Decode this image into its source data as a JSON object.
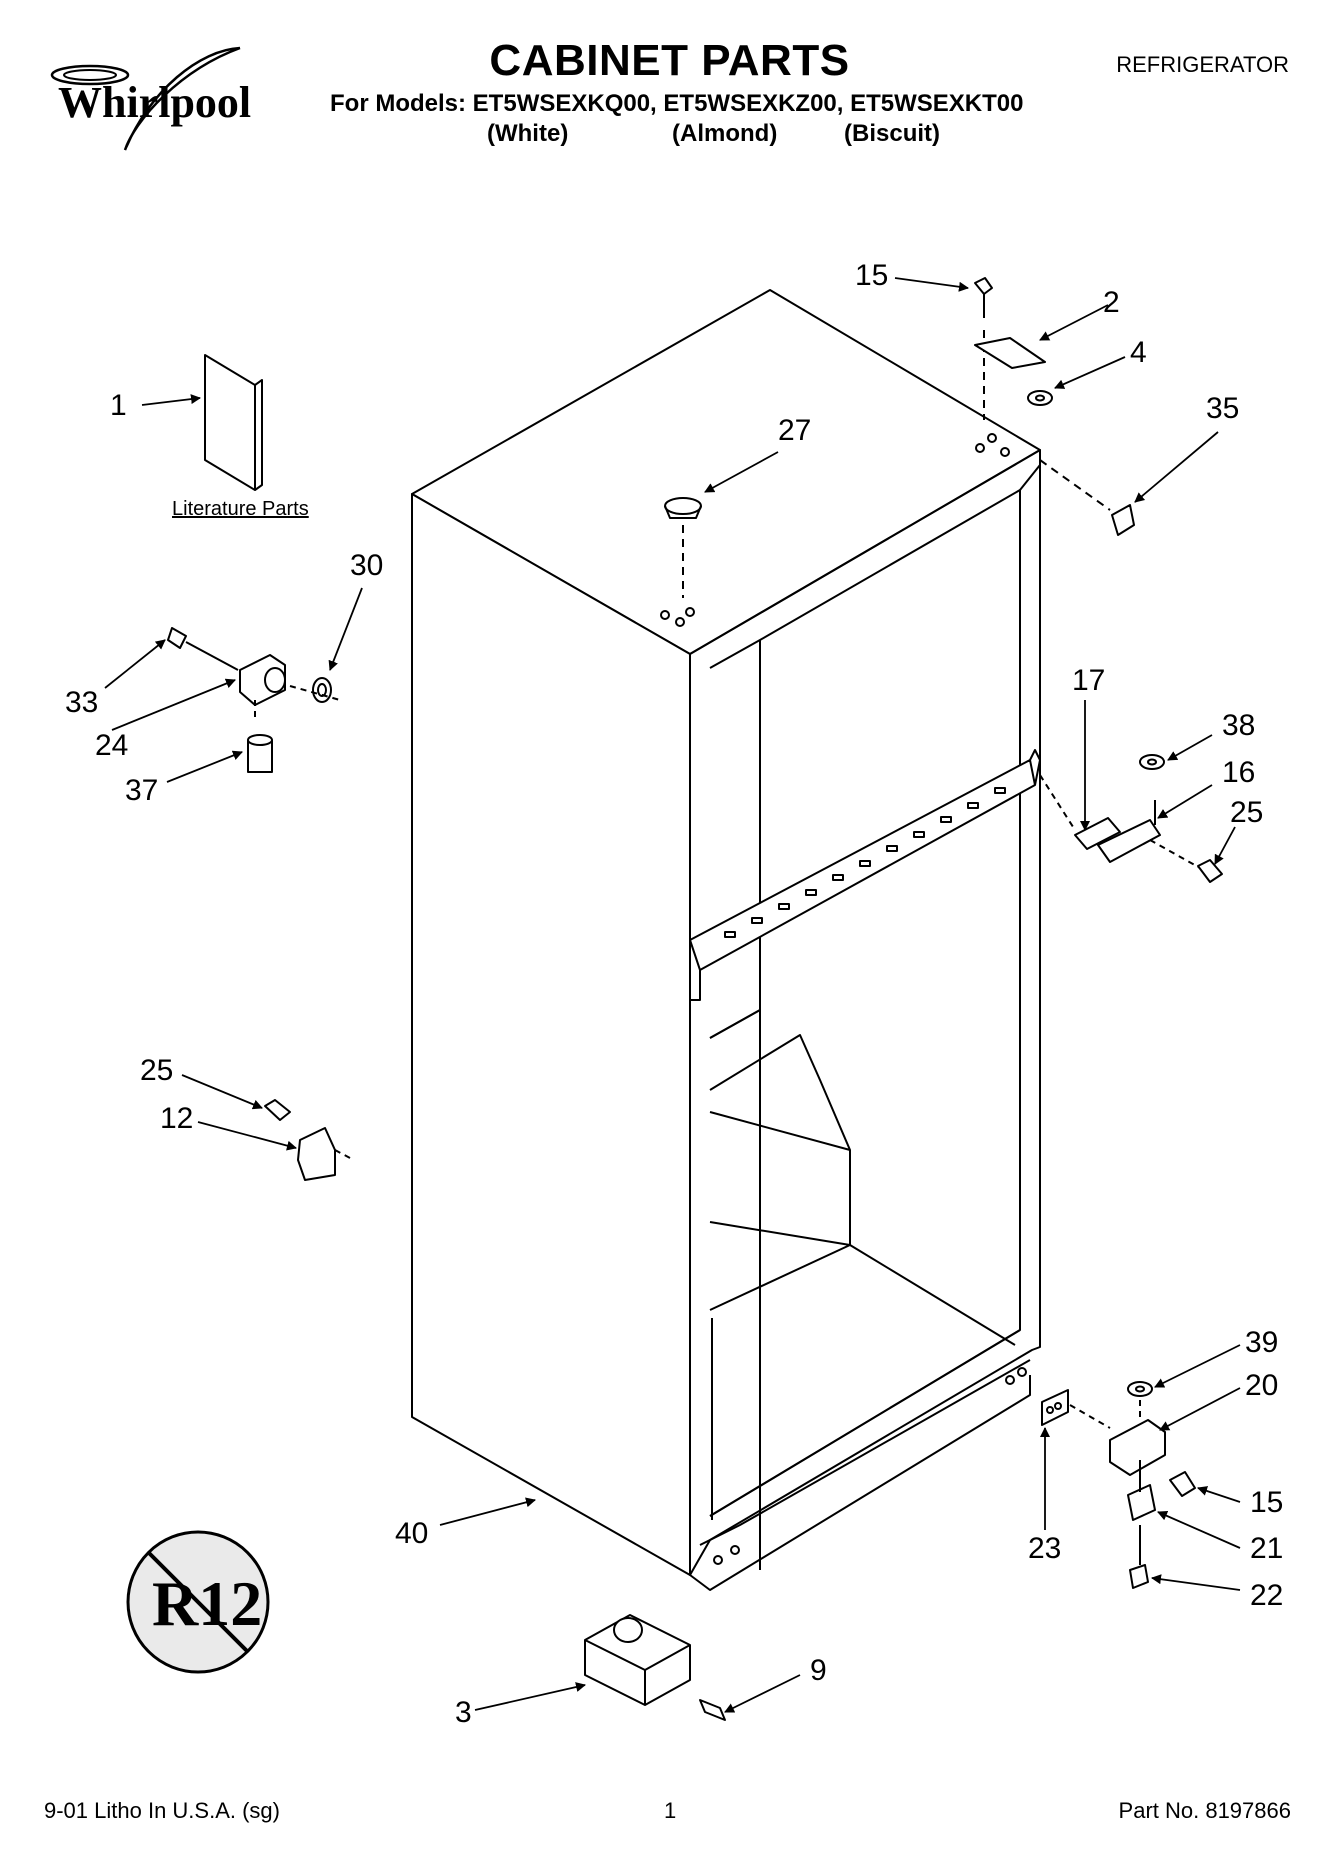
{
  "brand": "Whirlpool",
  "title": "CABINET PARTS",
  "category": "REFRIGERATOR",
  "models_prefix": "For Models: ",
  "models_line": "ET5WSEXKQ00, ET5WSEXKZ00, ET5WSEXKT00",
  "variants": [
    "(White)",
    "(Almond)",
    "(Biscuit)"
  ],
  "literature_label": "Literature Parts",
  "badge_text": "R12",
  "callouts": [
    "1",
    "27",
    "15",
    "2",
    "4",
    "35",
    "30",
    "33",
    "24",
    "37",
    "17",
    "38",
    "16",
    "25",
    "25",
    "12",
    "39",
    "20",
    "15",
    "23",
    "21",
    "22",
    "40",
    "9",
    "3"
  ],
  "footer": {
    "litho": "9-01 Litho In U.S.A. (sg)",
    "page": "1",
    "part_no": "Part No. 8197866"
  }
}
